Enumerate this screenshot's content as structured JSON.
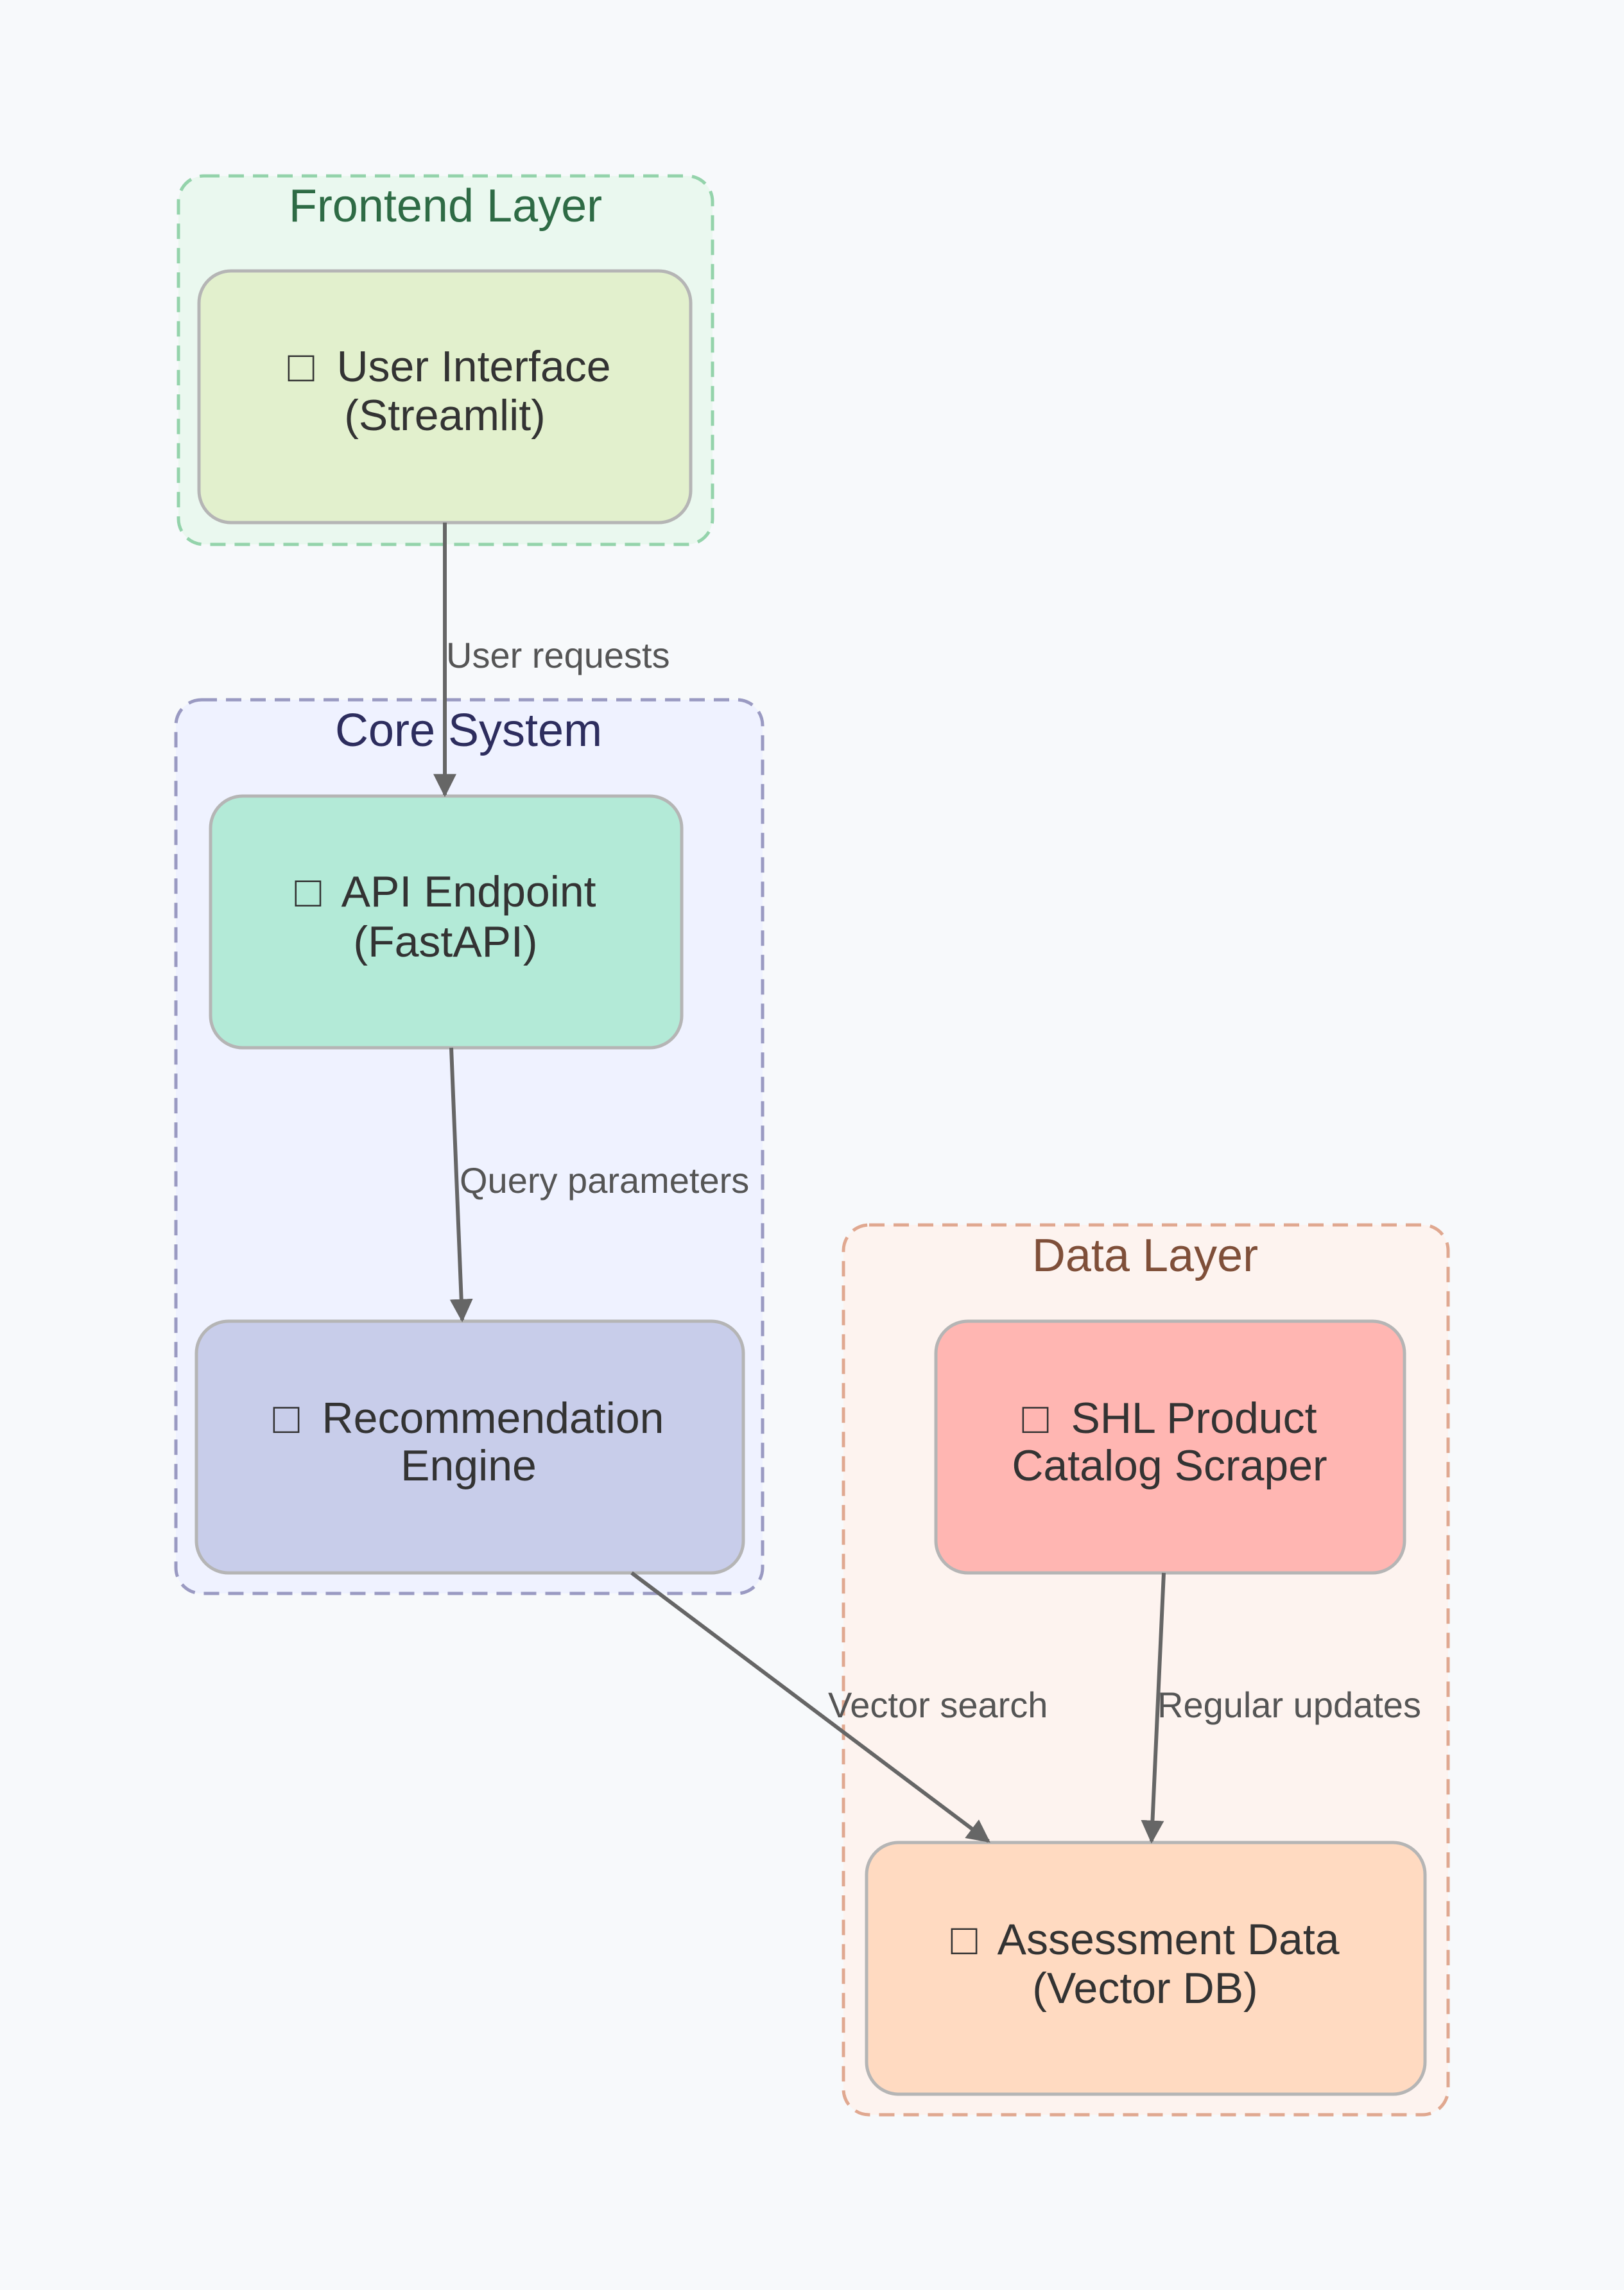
{
  "clusters": {
    "frontend": {
      "title": "Frontend Layer",
      "fill": "#eaf8ef",
      "stroke": "#94d3ab",
      "title_color": "#2e6b45"
    },
    "core": {
      "title": "Core System",
      "fill": "#eff2ff",
      "stroke": "#9a9ac2",
      "title_color": "#2d2d5e"
    },
    "data": {
      "title": "Data Layer",
      "fill": "#fdf3ef",
      "stroke": "#e0a890",
      "title_color": "#7f4f39"
    }
  },
  "nodes": {
    "ui": {
      "glyph": "□",
      "line1": "User Interface",
      "line2": "(Streamlit)",
      "fill": "#e2f0cd",
      "icon": "monitor-icon"
    },
    "api": {
      "glyph": "□",
      "line1": "API Endpoint",
      "line2": "(FastAPI)",
      "fill": "#b3ead7",
      "icon": "link-icon"
    },
    "engine": {
      "glyph": "□",
      "line1": "Recommendation",
      "line2": "Engine",
      "fill": "#c8cdea",
      "icon": "gear-icon"
    },
    "scraper": {
      "glyph": "□",
      "line1": "SHL Product",
      "line2": "Catalog Scraper",
      "fill": "#ffb6b2",
      "icon": "link-icon"
    },
    "assessment": {
      "glyph": "□",
      "line1": "Assessment Data",
      "line2": "(Vector DB)",
      "fill": "#ffdac1",
      "icon": "folder-icon"
    }
  },
  "edges": {
    "user_requests": "User requests",
    "query_parameters": "Query parameters",
    "vector_search": "Vector search",
    "regular_updates": "Regular updates"
  },
  "colors": {
    "background": "#f7f9fb",
    "edge": "#666666",
    "node_stroke": "#b5b5b5",
    "text": "#333333"
  }
}
